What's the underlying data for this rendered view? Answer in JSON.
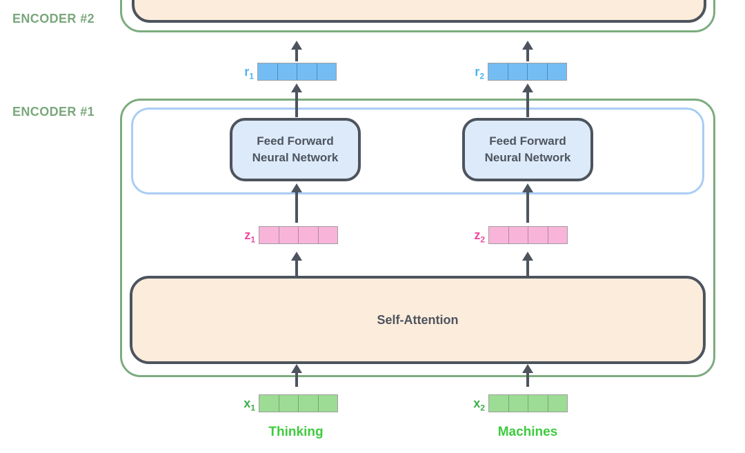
{
  "labels": {
    "encoder2": "ENCODER #2",
    "encoder1": "ENCODER #1"
  },
  "blocks": {
    "ffn_line1": "Feed Forward",
    "ffn_line2": "Neural Network",
    "self_attention": "Self-Attention"
  },
  "vectors": {
    "r1": {
      "base": "r",
      "sub": "1",
      "cells": 4
    },
    "r2": {
      "base": "r",
      "sub": "2",
      "cells": 4
    },
    "z1": {
      "base": "z",
      "sub": "1",
      "cells": 4
    },
    "z2": {
      "base": "z",
      "sub": "2",
      "cells": 4
    },
    "x1": {
      "base": "x",
      "sub": "1",
      "cells": 4
    },
    "x2": {
      "base": "x",
      "sub": "2",
      "cells": 4
    }
  },
  "words": {
    "token1": "Thinking",
    "token2": "Machines"
  },
  "colors": {
    "encoder_border": "#7cab7e",
    "encoder_label": "#7aa77b",
    "ffn_layer_border": "#a9cdf4",
    "block_border": "#4d545e",
    "text_dark": "#4d545e",
    "ffn_fill": "#ddeaf9",
    "attention_fill": "#fcecdc",
    "arrow": "#4d545e",
    "vector_frame": "#9e9e9e",
    "r_fill": "#74bdf4",
    "r_sep": "#4d88c5",
    "r_label": "#4cb3f0",
    "z_fill": "#f9b4da",
    "z_sep": "#ab89a2",
    "z_label": "#ef4b9f",
    "x_fill": "#9cdc94",
    "x_sep": "#73a874",
    "x_label": "#3fad4a",
    "word_green": "#3ecb3e"
  }
}
